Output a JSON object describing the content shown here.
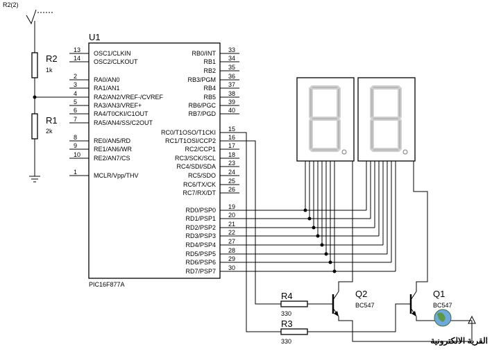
{
  "source": {
    "label": "R2(2)"
  },
  "mcu": {
    "ref": "U1",
    "part": "PIC16F877A",
    "left_pins": [
      {
        "num": "13",
        "name": "OSC1/CLKIN"
      },
      {
        "num": "14",
        "name": "OSC2/CLKOUT"
      },
      {
        "num": "2",
        "name": "RA0/AN0"
      },
      {
        "num": "3",
        "name": "RA1/AN1"
      },
      {
        "num": "4",
        "name": "RA2/AN2/VREF-/CVREF"
      },
      {
        "num": "5",
        "name": "RA3/AN3/VREF+"
      },
      {
        "num": "6",
        "name": "RA4/T0CKI/C1OUT"
      },
      {
        "num": "7",
        "name": "RA5/AN4/SS/C2OUT"
      },
      {
        "num": "8",
        "name": "RE0/AN5/RD"
      },
      {
        "num": "9",
        "name": "RE1/AN6/WR"
      },
      {
        "num": "10",
        "name": "RE2/AN7/CS"
      },
      {
        "num": "1",
        "name": "MCLR/Vpp/THV"
      }
    ],
    "right_pins": [
      {
        "num": "33",
        "name": "RB0/INT"
      },
      {
        "num": "34",
        "name": "RB1"
      },
      {
        "num": "35",
        "name": "RB2"
      },
      {
        "num": "36",
        "name": "RB3/PGM"
      },
      {
        "num": "37",
        "name": "RB4"
      },
      {
        "num": "38",
        "name": "RB5"
      },
      {
        "num": "39",
        "name": "RB6/PGC"
      },
      {
        "num": "40",
        "name": "RB7/PGD"
      },
      {
        "num": "15",
        "name": "RC0/T1OSO/T1CKI"
      },
      {
        "num": "16",
        "name": "RC1/T1OSI/CCP2"
      },
      {
        "num": "17",
        "name": "RC2/CCP1"
      },
      {
        "num": "18",
        "name": "RC3/SCK/SCL"
      },
      {
        "num": "23",
        "name": "RC4/SDI/SDA"
      },
      {
        "num": "24",
        "name": "RC5/SDO"
      },
      {
        "num": "25",
        "name": "RC6/TX/CK"
      },
      {
        "num": "26",
        "name": "RC7/RX/DT"
      },
      {
        "num": "19",
        "name": "RD0/PSP0"
      },
      {
        "num": "20",
        "name": "RD1/PSP1"
      },
      {
        "num": "21",
        "name": "RD2/PSP2"
      },
      {
        "num": "22",
        "name": "RD3/PSP3"
      },
      {
        "num": "27",
        "name": "RD4/PSP4"
      },
      {
        "num": "28",
        "name": "RD5/PSP5"
      },
      {
        "num": "29",
        "name": "RD6/PSP6"
      },
      {
        "num": "30",
        "name": "RD7/PSP7"
      }
    ]
  },
  "resistors": [
    {
      "ref": "R2",
      "value": "1k"
    },
    {
      "ref": "R1",
      "value": "2k"
    },
    {
      "ref": "R4",
      "value": "330"
    },
    {
      "ref": "R3",
      "value": "330"
    }
  ],
  "transistors": [
    {
      "ref": "Q2",
      "part": "BC547"
    },
    {
      "ref": "Q1",
      "part": "BC547"
    }
  ],
  "watermark": {
    "text": "القرية الالكترونية"
  },
  "colors": {
    "ink": "#000000",
    "display_body": "#ffffff",
    "segment": "#cfcfcf"
  }
}
